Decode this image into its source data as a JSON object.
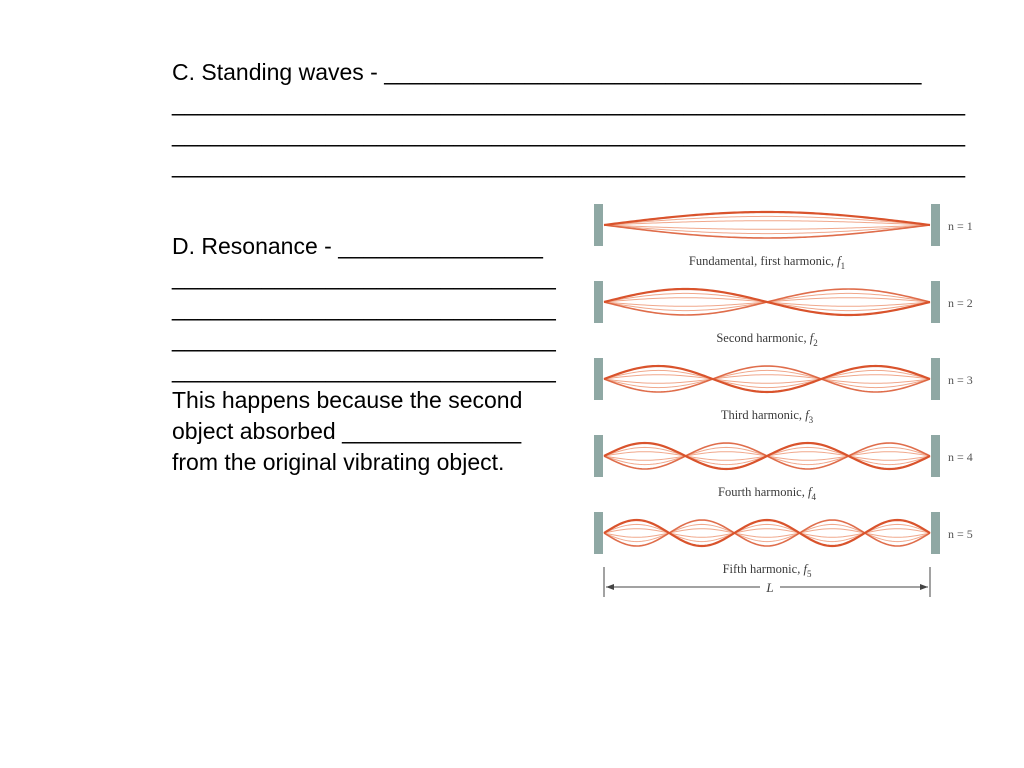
{
  "sections": {
    "standing_waves": {
      "heading": "C. Standing waves - ",
      "blanks": [
        "__________________________________________",
        "______________________________________________________________",
        "______________________________________________________________",
        "______________________________________________________________"
      ]
    },
    "resonance": {
      "heading": "D. Resonance - ",
      "blanks": [
        "________________",
        "______________________________",
        "______________________________",
        "______________________________",
        "______________________________"
      ],
      "explanation": [
        "This happens because the second",
        "object absorbed ______________",
        "from the original vibrating object."
      ]
    }
  },
  "figure": {
    "harmonics": [
      {
        "n": 1,
        "n_label": "n = 1",
        "caption": "Fundamental, first harmonic, ",
        "symbol": "f",
        "sub": "1"
      },
      {
        "n": 2,
        "n_label": "n = 2",
        "caption": "Second harmonic, ",
        "symbol": "f",
        "sub": "2"
      },
      {
        "n": 3,
        "n_label": "n = 3",
        "caption": "Third harmonic, ",
        "symbol": "f",
        "sub": "3"
      },
      {
        "n": 4,
        "n_label": "n = 4",
        "caption": "Fourth harmonic, ",
        "symbol": "f",
        "sub": "4"
      },
      {
        "n": 5,
        "n_label": "n = 5",
        "caption": "Fifth harmonic, ",
        "symbol": "f",
        "sub": "5"
      }
    ],
    "length_label": "L",
    "colors": {
      "wave_main": "#d9532c",
      "wave_faint": "#f0a88c",
      "support": "#8fa8a4"
    }
  }
}
